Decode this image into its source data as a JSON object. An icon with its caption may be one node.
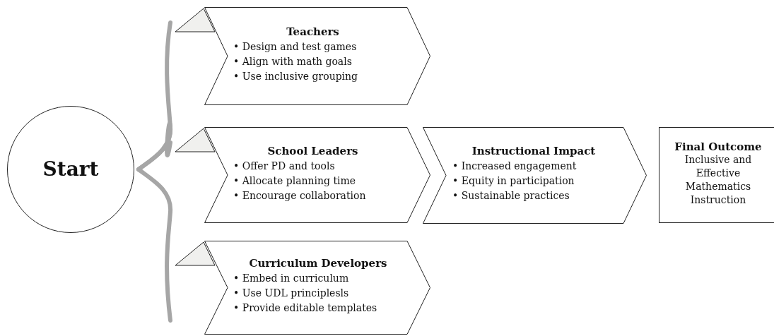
{
  "diagram": {
    "nodes": [
      {
        "text": [
          "Start"
        ]
      },
      {
        "text": [
          "Teachers",
          "• Design and test games",
          "• Align with math goals",
          "• Use inclusive grouping"
        ]
      },
      {
        "text": [
          "School Leaders",
          "• Offer PD and tools",
          "• Allocate planning time",
          "• Encourage collaboration"
        ]
      },
      {
        "text": [
          "Curriculum Developers",
          "• Embed in curriculum",
          "• Use UDL principlesls",
          "• Provide editable templates"
        ]
      },
      {
        "text": [
          "Instructional Impact",
          "• Increased engagement",
          "• Equity in participation",
          "• Sustainable practices"
        ]
      },
      {
        "text": [
          "Final Outcome",
          "Inclusive and Effective Mathematics Instruction"
        ]
      }
    ],
    "edges": [
      {
        "from": 0,
        "to": 1,
        "arrow": "none"
      },
      {
        "from": 0,
        "to": 2,
        "arrow": "none"
      },
      {
        "from": 0,
        "to": 3,
        "arrow": "none"
      }
    ]
  }
}
